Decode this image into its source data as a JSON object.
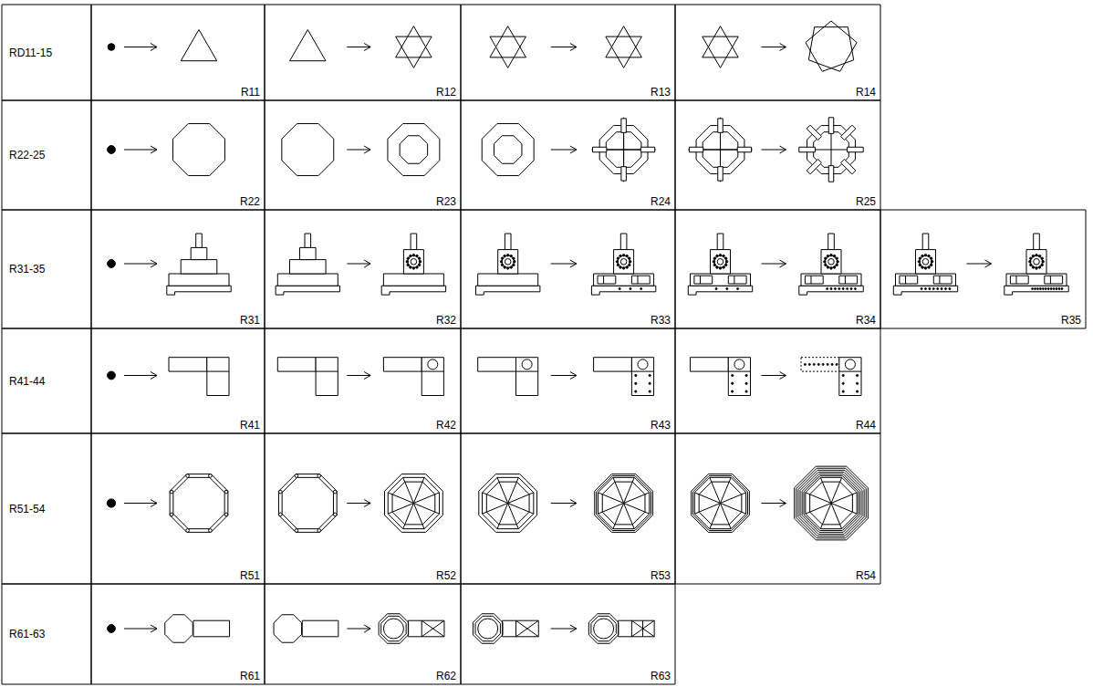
{
  "diagram": {
    "labels": [
      "RD11-15",
      "R11",
      "R12",
      "R13",
      "R14",
      "R22-25",
      "R22",
      "R23",
      "R24",
      "R25",
      "R31-35",
      "R31",
      "R32",
      "R33",
      "R34",
      "R35",
      "R41-44",
      "R41",
      "R42",
      "R43",
      "R44",
      "R51-54",
      "R51",
      "R52",
      "R53",
      "R54",
      "R61-63",
      "R61",
      "R62",
      "R63"
    ]
  }
}
